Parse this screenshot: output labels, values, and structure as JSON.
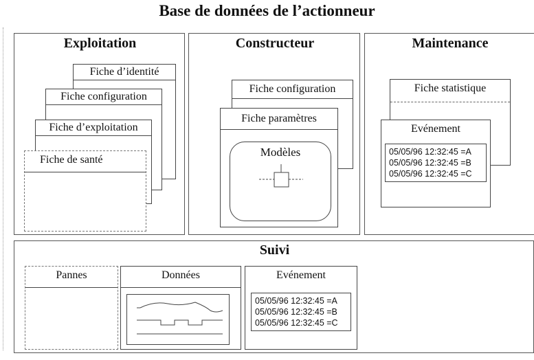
{
  "title": "Base de données de l’actionneur",
  "exploitation": {
    "title": "Exploitation",
    "cards": [
      "Fiche d’identité",
      "Fiche configuration",
      "Fiche d’exploitation",
      "Fiche de santé"
    ]
  },
  "constructeur": {
    "title": "Constructeur",
    "cards": [
      "Fiche configuration",
      "Fiche paramètres"
    ],
    "models_label": "Modèles"
  },
  "maintenance": {
    "title": "Maintenance",
    "cards": [
      "Fiche statistique",
      "Evénement"
    ],
    "log": [
      "05/05/96 12:32:45 =A",
      "05/05/96 12:32:45 =B",
      "05/05/96 12:32:45 =C"
    ]
  },
  "suivi": {
    "title": "Suivi",
    "pannes_label": "Pannes",
    "donnees_label": "Données",
    "evenement_label": "Evénement",
    "log": [
      "05/05/96 12:32:45 =A",
      "05/05/96 12:32:45 =B",
      "05/05/96 12:32:45 =C"
    ]
  }
}
